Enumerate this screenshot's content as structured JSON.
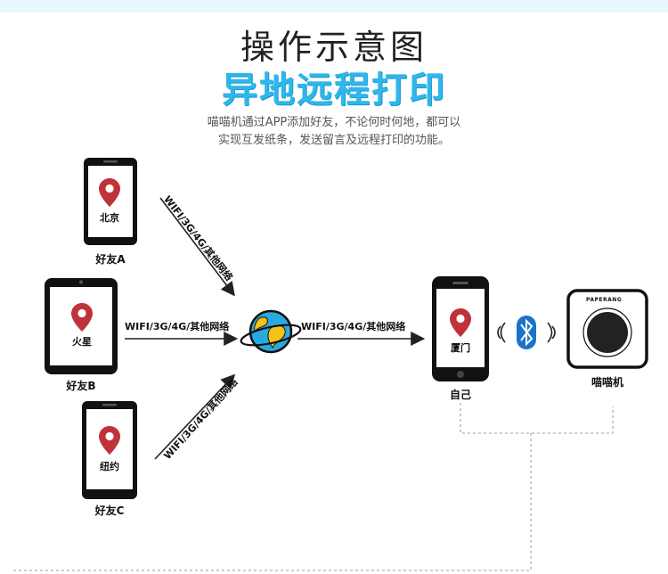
{
  "header": {
    "title": "操作示意图",
    "subtitle": "异地远程打印",
    "description_line1": "喵喵机通过APP添加好友，不论何时何地，都可以",
    "description_line2": "实现互发纸条，发送留言及远程打印的功能。"
  },
  "friends": [
    {
      "city": "北京",
      "label": "好友A"
    },
    {
      "city": "火星",
      "label": "好友B"
    },
    {
      "city": "纽约",
      "label": "好友C"
    }
  ],
  "self": {
    "city": "厦门",
    "label": "自己"
  },
  "network_label": "WIFI/3G/4G/其他网络",
  "printer": {
    "brand": "PAPERANG",
    "label": "喵喵机"
  },
  "icons": [
    "location-pin-icon",
    "globe-icon",
    "bluetooth-icon",
    "printer-icon",
    "phone-icon",
    "arrow-icon"
  ],
  "colors": {
    "accent": "#2fb6ea",
    "pin": "#c0323a",
    "globe": "#2aa9e0",
    "bluetooth": "#1a73c9"
  }
}
